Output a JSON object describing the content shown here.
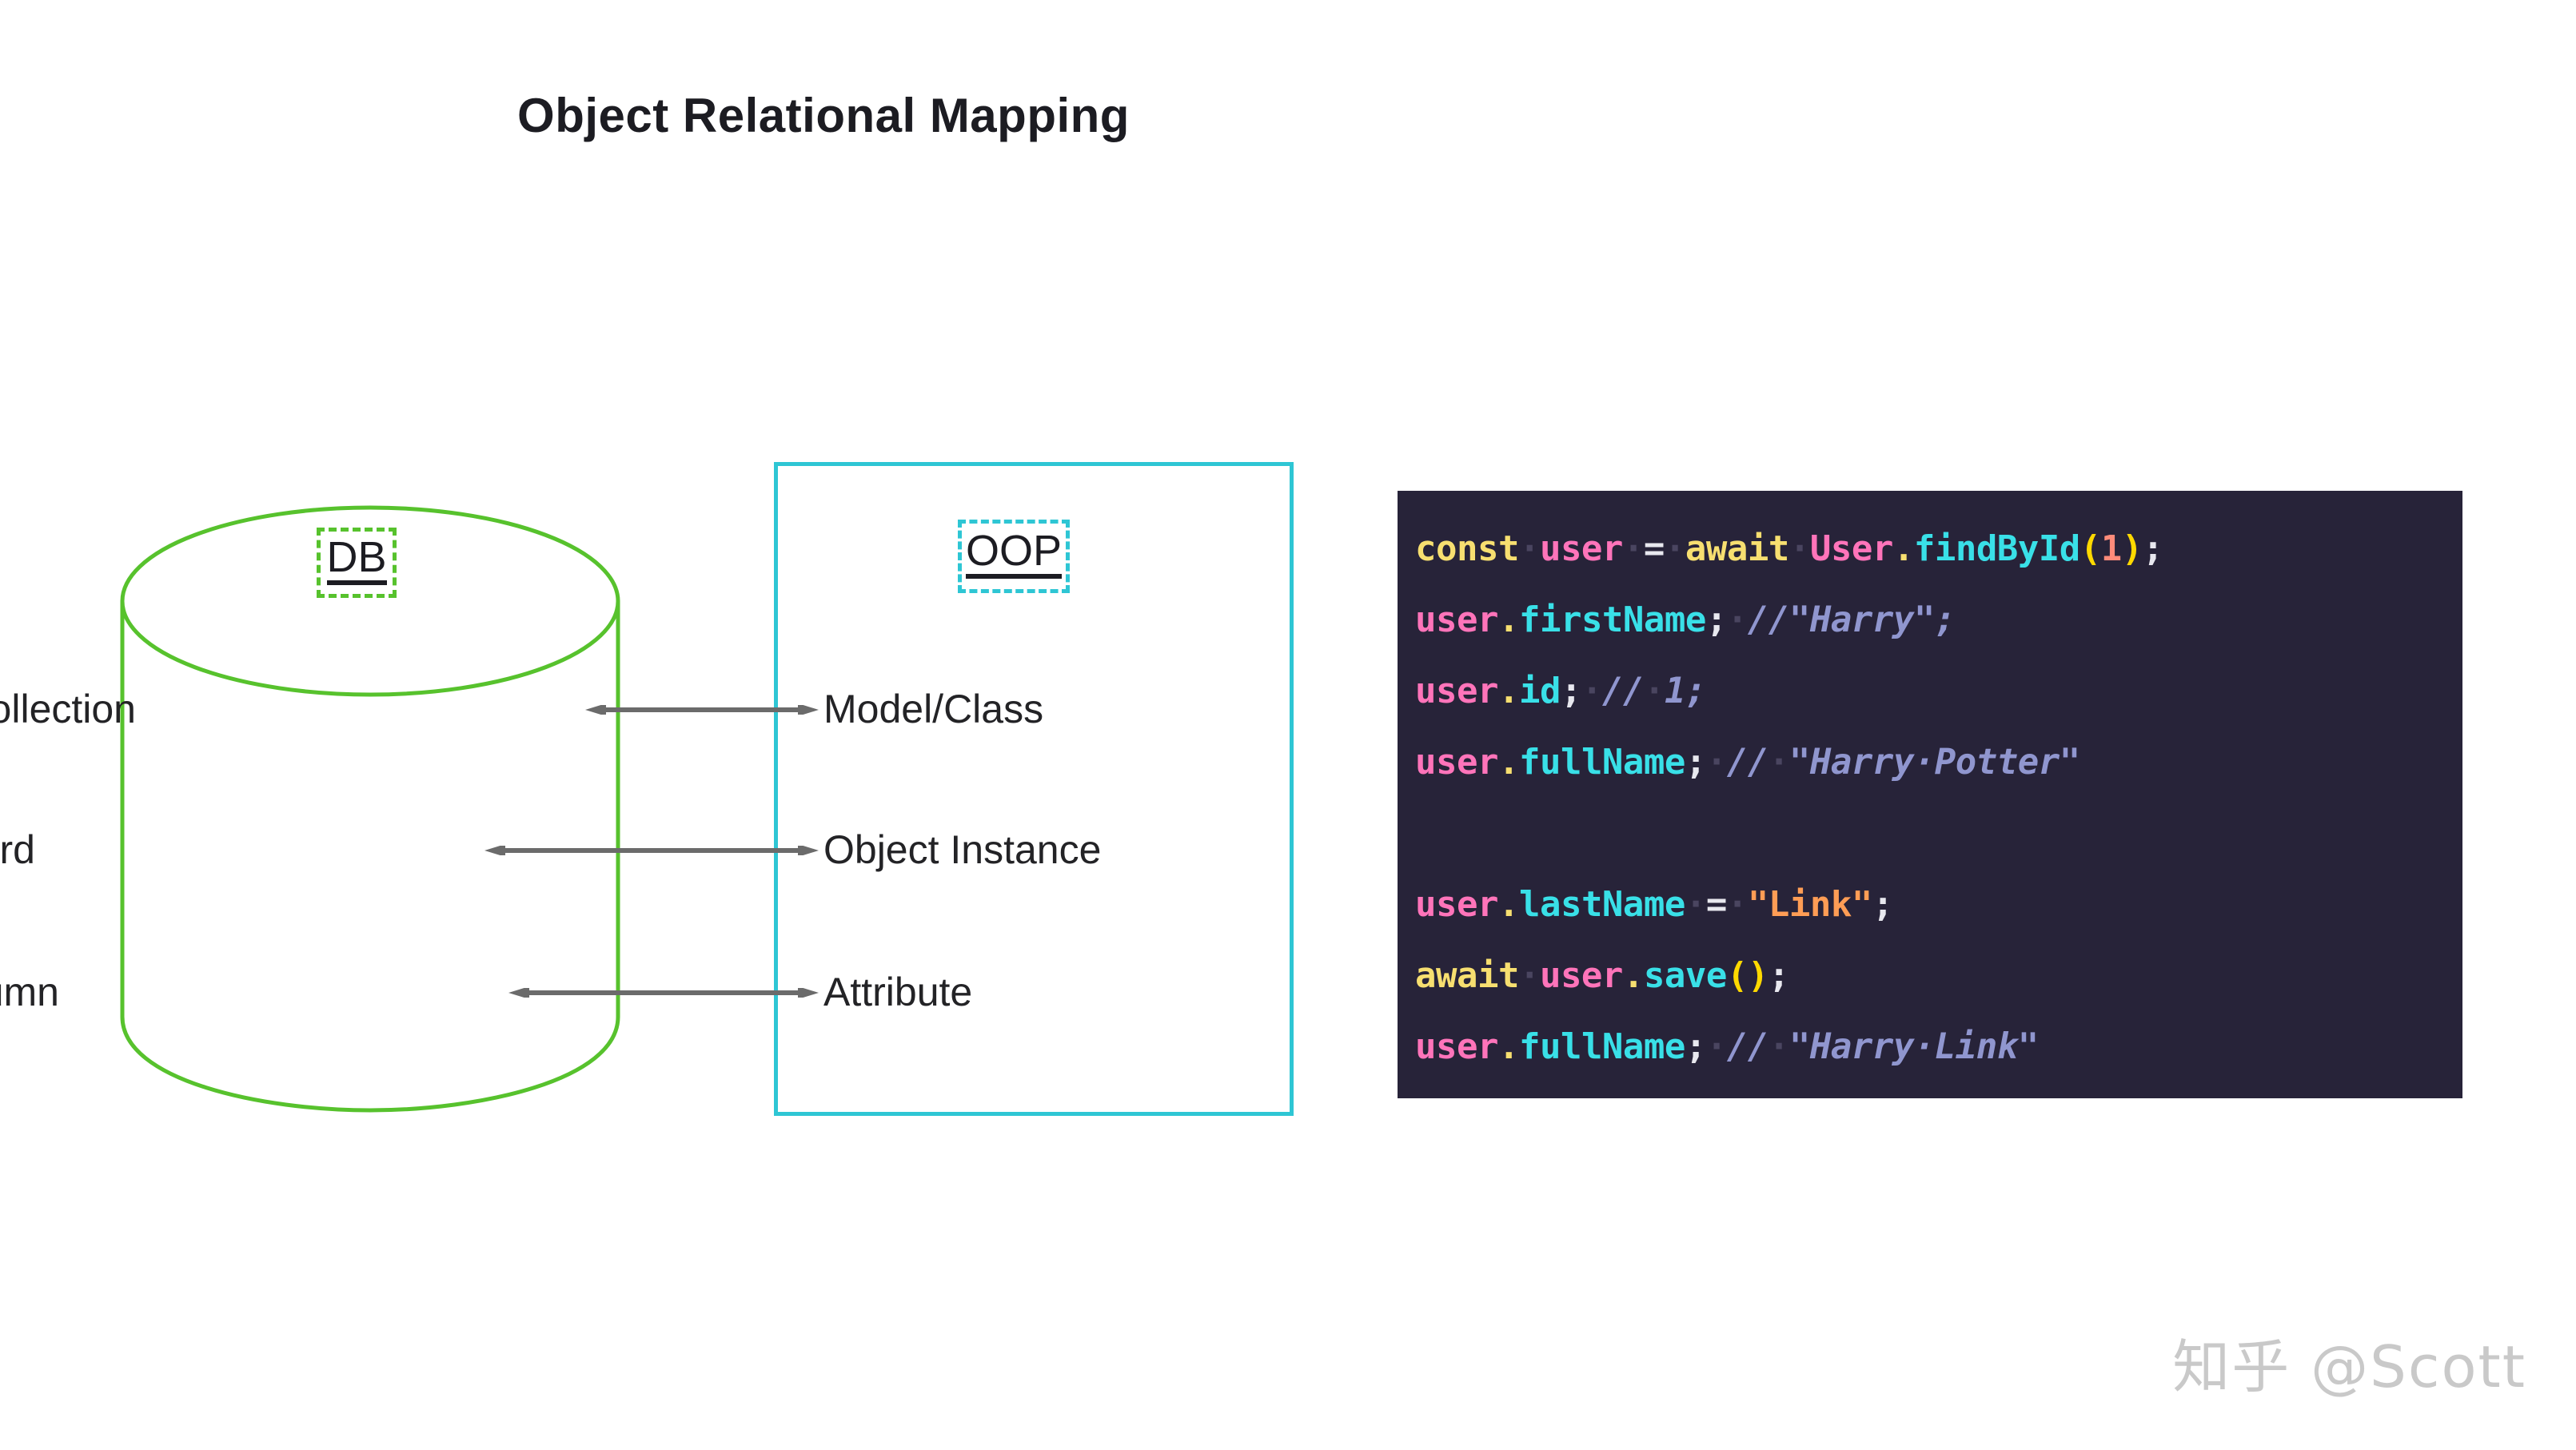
{
  "page": {
    "title": "Object Relational Mapping",
    "background_color": "#ffffff"
  },
  "diagram": {
    "db_side": {
      "chip_label": "DB",
      "shape": "cylinder",
      "border_color": "#57c22d",
      "chip_border_color": "#57c22d"
    },
    "oop_side": {
      "chip_label": "OOP",
      "shape": "rectangle",
      "border_color": "#2ec6d4",
      "chip_border_color": "#2ec6d4"
    },
    "arrow_color": "#6b6b6b",
    "mappings": [
      {
        "db": "Table/Collection",
        "oop": "Model/Class",
        "arrow": "double-headed"
      },
      {
        "db": "Row/Record",
        "oop": "Object Instance",
        "arrow": "double-headed"
      },
      {
        "db": "Filed/Column",
        "oop": "Attribute",
        "arrow": "double-headed"
      }
    ]
  },
  "code_block": {
    "background_color": "#272339",
    "language": "javascript",
    "lines": [
      {
        "text": "const user = await User.findById(1);",
        "tokens": [
          {
            "t": "const",
            "c": "keyword"
          },
          {
            "t": "·",
            "c": "ws"
          },
          {
            "t": "user",
            "c": "var"
          },
          {
            "t": "·",
            "c": "ws"
          },
          {
            "t": "=",
            "c": "op"
          },
          {
            "t": "·",
            "c": "ws"
          },
          {
            "t": "await",
            "c": "keyword"
          },
          {
            "t": "·",
            "c": "ws"
          },
          {
            "t": "User",
            "c": "var"
          },
          {
            "t": ".",
            "c": "dot"
          },
          {
            "t": "findById",
            "c": "prop"
          },
          {
            "t": "(",
            "c": "paren"
          },
          {
            "t": "1",
            "c": "num"
          },
          {
            "t": ")",
            "c": "paren"
          },
          {
            "t": ";",
            "c": "op"
          }
        ]
      },
      {
        "text": "user.firstName; //\"Harry\";",
        "tokens": [
          {
            "t": "user",
            "c": "var"
          },
          {
            "t": ".",
            "c": "dot"
          },
          {
            "t": "firstName",
            "c": "prop"
          },
          {
            "t": ";",
            "c": "op"
          },
          {
            "t": "·",
            "c": "ws"
          },
          {
            "t": "//\"Harry\";",
            "c": "cmt"
          }
        ]
      },
      {
        "text": "user.id; // 1;",
        "tokens": [
          {
            "t": "user",
            "c": "var"
          },
          {
            "t": ".",
            "c": "dot"
          },
          {
            "t": "id",
            "c": "prop"
          },
          {
            "t": ";",
            "c": "op"
          },
          {
            "t": "·",
            "c": "ws"
          },
          {
            "t": "//",
            "c": "cmt"
          },
          {
            "t": "·",
            "c": "ws"
          },
          {
            "t": "1;",
            "c": "cmt"
          }
        ]
      },
      {
        "text": "user.fullName; // \"Harry Potter\"",
        "tokens": [
          {
            "t": "user",
            "c": "var"
          },
          {
            "t": ".",
            "c": "dot"
          },
          {
            "t": "fullName",
            "c": "prop"
          },
          {
            "t": ";",
            "c": "op"
          },
          {
            "t": "·",
            "c": "ws"
          },
          {
            "t": "//",
            "c": "cmt"
          },
          {
            "t": "·",
            "c": "ws"
          },
          {
            "t": "\"Harry·Potter\"",
            "c": "cmt"
          }
        ]
      },
      {
        "text": "",
        "tokens": []
      },
      {
        "text": "user.lastName = \"Link\";",
        "tokens": [
          {
            "t": "user",
            "c": "var"
          },
          {
            "t": ".",
            "c": "dot"
          },
          {
            "t": "lastName",
            "c": "prop"
          },
          {
            "t": "·",
            "c": "ws"
          },
          {
            "t": "=",
            "c": "op"
          },
          {
            "t": "·",
            "c": "ws"
          },
          {
            "t": "\"Link\"",
            "c": "str"
          },
          {
            "t": ";",
            "c": "op"
          }
        ]
      },
      {
        "text": "await user.save();",
        "tokens": [
          {
            "t": "await",
            "c": "keyword"
          },
          {
            "t": "·",
            "c": "ws"
          },
          {
            "t": "user",
            "c": "var"
          },
          {
            "t": ".",
            "c": "dot"
          },
          {
            "t": "save",
            "c": "prop"
          },
          {
            "t": "(",
            "c": "paren"
          },
          {
            "t": ")",
            "c": "paren"
          },
          {
            "t": ";",
            "c": "op"
          }
        ]
      },
      {
        "text": "user.fullName; // \"Harry Link\"",
        "tokens": [
          {
            "t": "user",
            "c": "var"
          },
          {
            "t": ".",
            "c": "dot"
          },
          {
            "t": "fullName",
            "c": "prop"
          },
          {
            "t": ";",
            "c": "op"
          },
          {
            "t": "·",
            "c": "ws"
          },
          {
            "t": "//",
            "c": "cmt"
          },
          {
            "t": "·",
            "c": "ws"
          },
          {
            "t": "\"Harry·Link\"",
            "c": "cmt"
          }
        ]
      }
    ]
  },
  "watermark": {
    "text": "知乎 @Scott"
  }
}
